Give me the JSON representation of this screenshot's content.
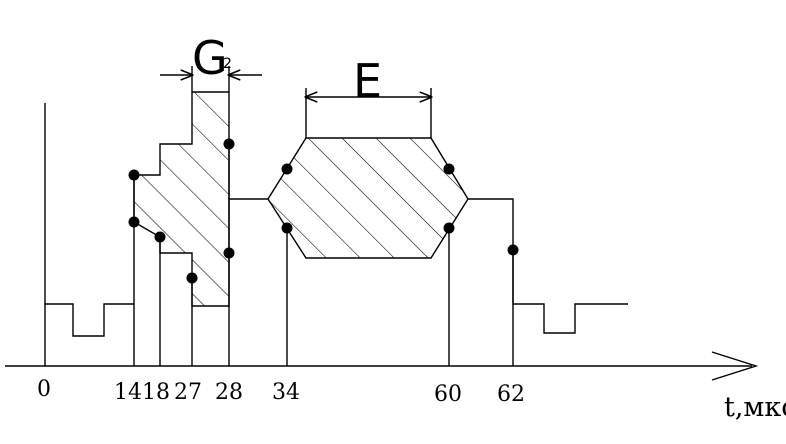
{
  "diagram": {
    "tick_labels": [
      "0",
      "14",
      "18",
      "27",
      "28",
      "34",
      "60",
      "62"
    ],
    "axis_unit": "t,мкс",
    "region_g": {
      "label": "G",
      "subscript": "2"
    },
    "region_e": {
      "label": "E"
    }
  },
  "colors": {
    "stroke": "#000000",
    "background": "#ffffff"
  }
}
